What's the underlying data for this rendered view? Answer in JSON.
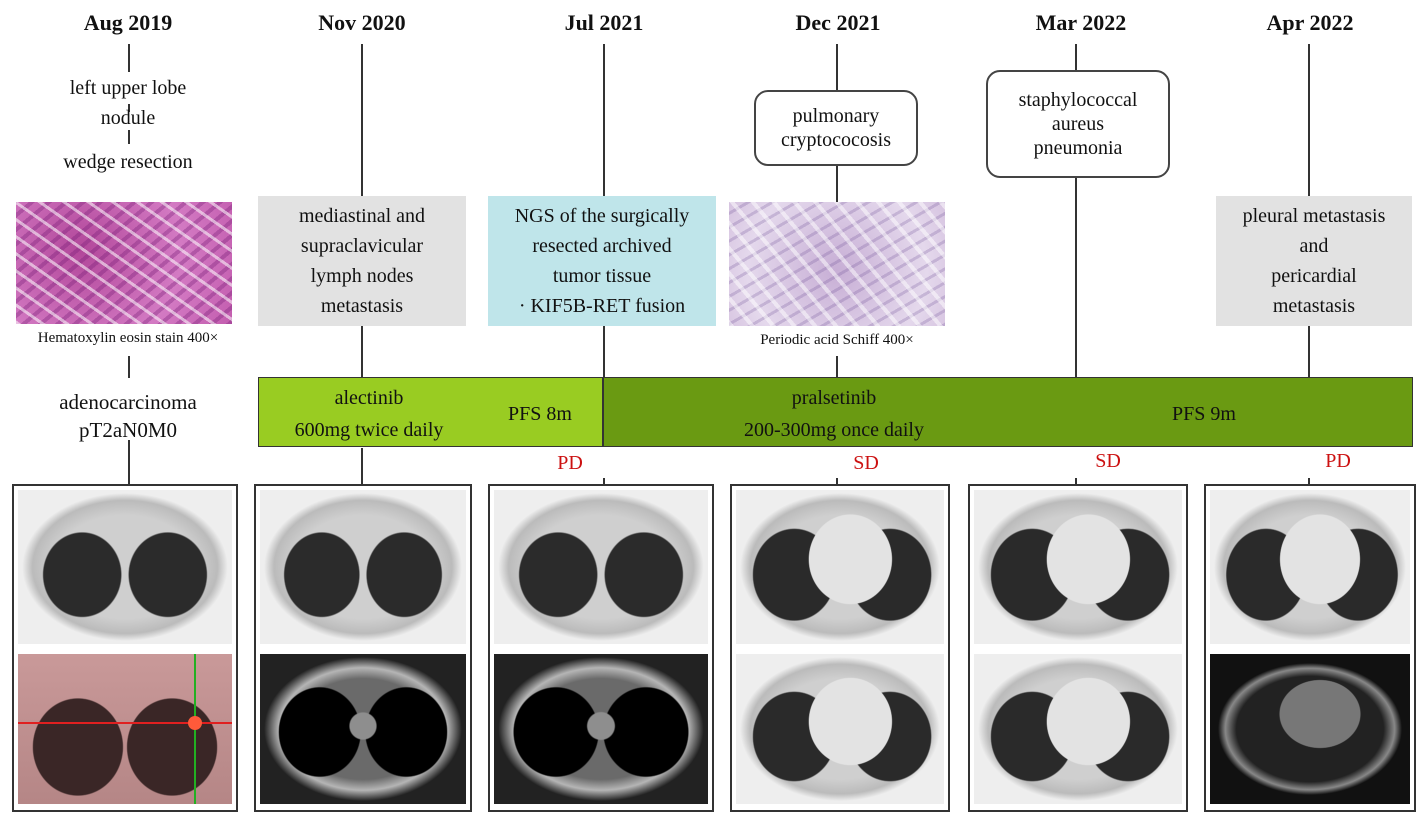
{
  "dates": [
    "Aug 2019",
    "Nov 2020",
    "Jul 2021",
    "Dec 2021",
    "Mar 2022",
    "Apr 2022"
  ],
  "aug2019": {
    "line1": "left upper lobe",
    "line2": "nodule",
    "line3": "wedge resection",
    "stain_caption": "Hematoxylin eosin stain 400×",
    "diagnosis_line1": "adenocarcinoma",
    "diagnosis_line2": "pT2aN0M0"
  },
  "nov2020": {
    "box_lines": [
      "mediastinal and",
      "supraclavicular",
      "lymph nodes",
      "metastasis"
    ]
  },
  "jul2021": {
    "box_lines": [
      "NGS of the surgically",
      "resected archived",
      "tumor tissue",
      "· KIF5B-RET fusion"
    ],
    "box_color": "#bfe5ea"
  },
  "dec2021": {
    "box_lines": [
      "pulmonary",
      "cryptococosis"
    ],
    "stain_caption": "Periodic acid Schiff 400×"
  },
  "mar2022": {
    "box_lines": [
      "staphylococcal",
      "aureus",
      "pneumonia"
    ]
  },
  "apr2022": {
    "box_lines": [
      "pleural metastasis",
      "and",
      "pericardial",
      "metastasis"
    ]
  },
  "treatments": {
    "alectinib": {
      "name": "alectinib",
      "dose": "600mg twice daily",
      "pfs": "PFS 8m",
      "color": "#99cc22"
    },
    "pralsetinib": {
      "name": "pralsetinib",
      "dose": "200-300mg once daily",
      "pfs": "PFS 9m",
      "color": "#6a9a12"
    }
  },
  "responses": [
    "PD",
    "SD",
    "SD",
    "PD"
  ],
  "colors": {
    "response": "#cc1111",
    "line": "#333333",
    "grey_box": "#e2e2e2"
  }
}
